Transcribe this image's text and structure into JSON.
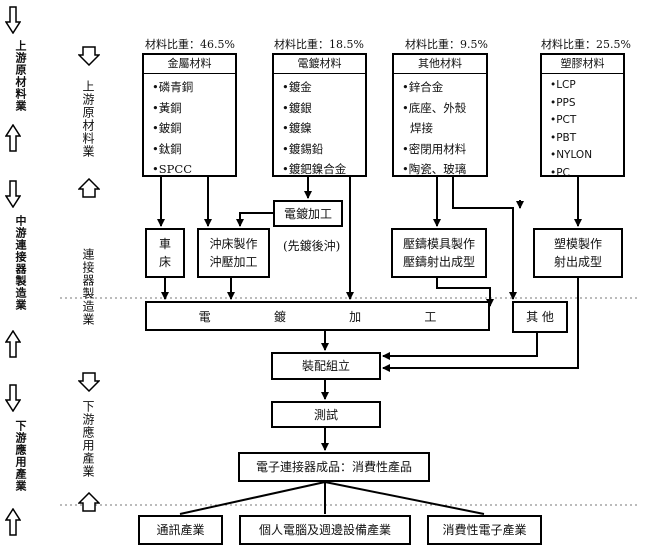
{
  "side": {
    "left_upstream": "上游原材料業",
    "left_midstream": "中游連接器製造業",
    "left_downstream": "下游應用產業",
    "mid_upstream": "上游原材料業",
    "mid_midstream": "連接器製造業",
    "mid_downstream": "下游應用產業"
  },
  "materials": [
    {
      "ratio": "材料比重：46.5%",
      "title": "金屬材料",
      "items": [
        "•磷青銅",
        "•黃銅",
        "•鈹銅",
        "•鈦銅",
        "•SPCC"
      ]
    },
    {
      "ratio": "材料比重：18.5%",
      "title": "電鍍材料",
      "items": [
        "•鍍金",
        "•鍍銀",
        "•鍍鎳",
        "•鍍錫鉛",
        "•鍍鈀鎳合金"
      ]
    },
    {
      "ratio": "材料比重：9.5%",
      "title": "其他材料",
      "items": [
        "•鋅合金",
        "•底座、外殼",
        "焊接",
        "•密閉用材料",
        "•陶瓷、玻璃"
      ]
    },
    {
      "ratio": "材料比重：25.5%",
      "title": "塑膠材料",
      "items": [
        "•LCP",
        "•PPS",
        "•PCT",
        "•PBT",
        "•NYLON",
        "•PC"
      ]
    }
  ],
  "process": {
    "lathe": [
      "車",
      "床"
    ],
    "stamping": [
      "沖床製作",
      "沖壓加工"
    ],
    "plating_process": "電鍍加工",
    "plating_note": "(先鍍後沖)",
    "die_casting": [
      "壓鑄模具製作",
      "壓鑄射出成型"
    ],
    "plastic_mold": [
      "塑模製作",
      "射出成型"
    ],
    "plating_bar": [
      "電",
      "鍍",
      "加",
      "工"
    ],
    "others": "其 他",
    "assembly": "裝配組立",
    "testing": "測試",
    "product": "電子連接器成品：消費性產品"
  },
  "applications": [
    "通訊產業",
    "個人電腦及週邊設備產業",
    "消費性電子產業"
  ]
}
